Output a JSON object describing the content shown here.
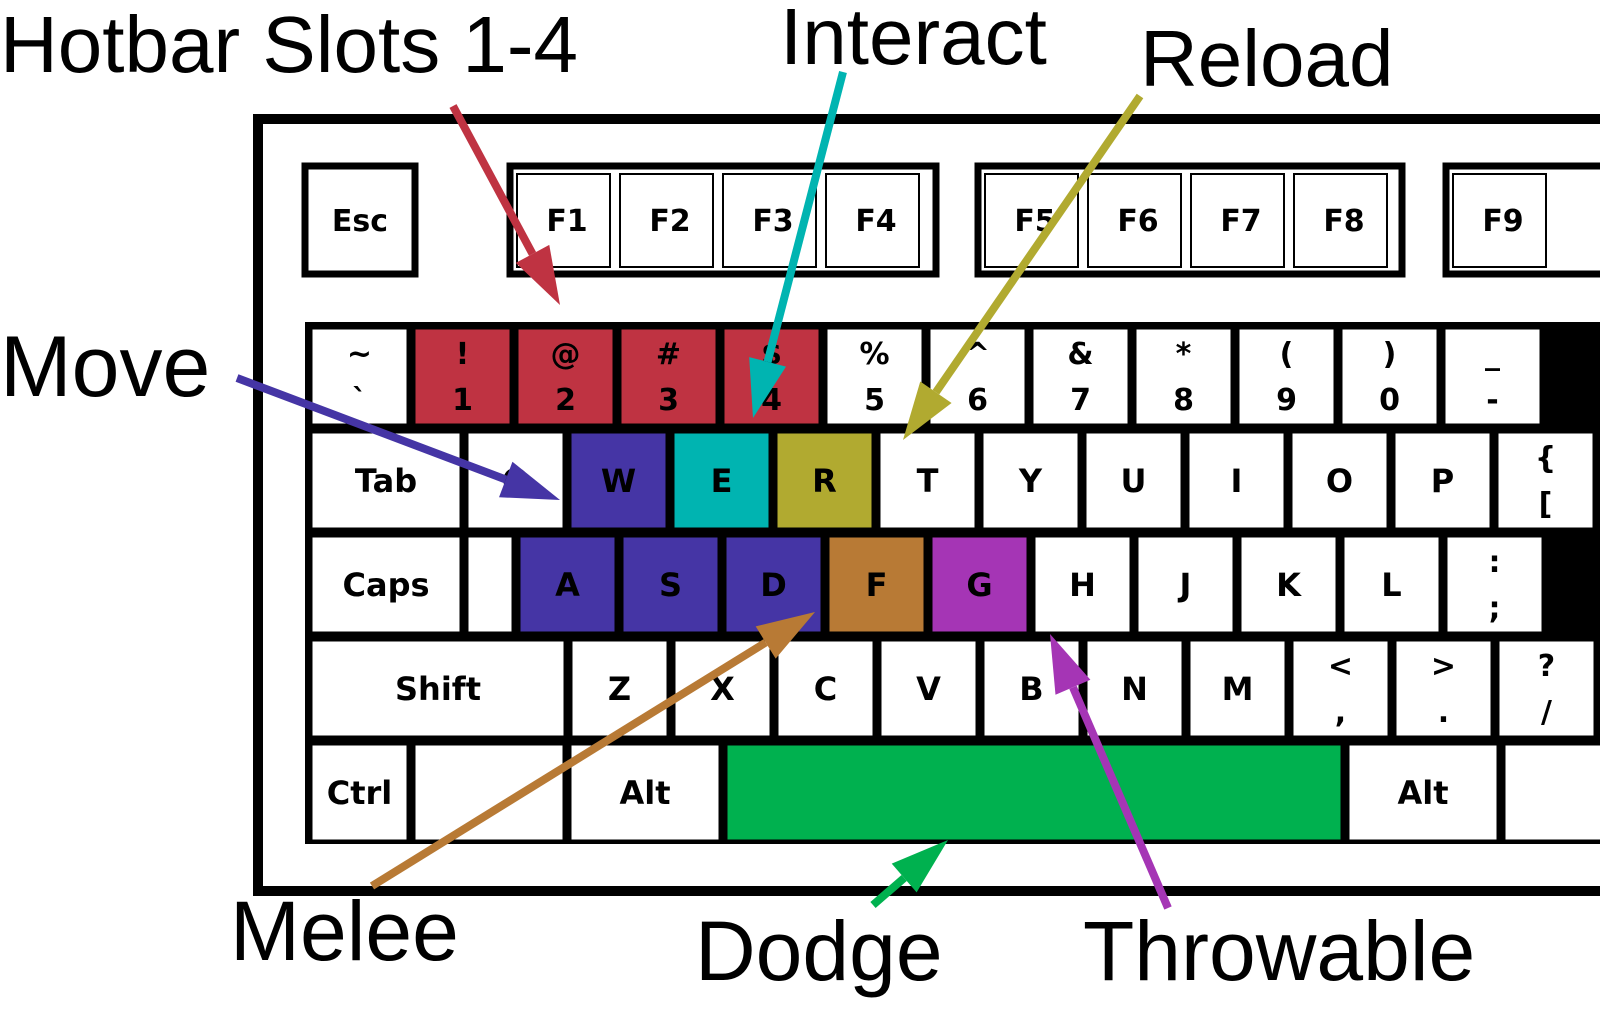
{
  "colors": {
    "hotbar": "#bf3342",
    "move": "#4535a5",
    "interact": "#00b4b1",
    "reload": "#b1aa30",
    "melee": "#b87a35",
    "throwable": "#a535b5",
    "dodge": "#00b14f",
    "key_default": "#ffffff",
    "outline": "#000000"
  },
  "keyboard": {
    "function_row": {
      "esc": "Esc",
      "groups": [
        [
          "F1",
          "F2",
          "F3",
          "F4"
        ],
        [
          "F5",
          "F6",
          "F7",
          "F8"
        ],
        [
          "F9"
        ]
      ]
    },
    "number_row": [
      {
        "top": "~",
        "bottom": "`"
      },
      {
        "top": "!",
        "bottom": "1",
        "role": "hotbar"
      },
      {
        "top": "@",
        "bottom": "2",
        "role": "hotbar"
      },
      {
        "top": "#",
        "bottom": "3",
        "role": "hotbar"
      },
      {
        "top": "$",
        "bottom": "4",
        "role": "hotbar"
      },
      {
        "top": "%",
        "bottom": "5"
      },
      {
        "top": "^",
        "bottom": "6"
      },
      {
        "top": "&",
        "bottom": "7"
      },
      {
        "top": "*",
        "bottom": "8"
      },
      {
        "top": "(",
        "bottom": "9"
      },
      {
        "top": ")",
        "bottom": "0"
      },
      {
        "top": "_",
        "bottom": "-"
      }
    ],
    "top_row": [
      {
        "label": "Tab"
      },
      {
        "label": "Q"
      },
      {
        "label": "W",
        "role": "move"
      },
      {
        "label": "E",
        "role": "interact"
      },
      {
        "label": "R",
        "role": "reload"
      },
      {
        "label": "T"
      },
      {
        "label": "Y"
      },
      {
        "label": "U"
      },
      {
        "label": "I"
      },
      {
        "label": "O"
      },
      {
        "label": "P"
      },
      {
        "top": "{",
        "bottom": "["
      }
    ],
    "home_row": [
      {
        "label": "Caps"
      },
      {
        "label": ""
      },
      {
        "label": "A",
        "role": "move"
      },
      {
        "label": "S",
        "role": "move"
      },
      {
        "label": "D",
        "role": "move"
      },
      {
        "label": "F",
        "role": "melee"
      },
      {
        "label": "G",
        "role": "throwable"
      },
      {
        "label": "H"
      },
      {
        "label": "J"
      },
      {
        "label": "K"
      },
      {
        "label": "L"
      },
      {
        "top": ":",
        "bottom": ";"
      }
    ],
    "shift_row": [
      {
        "label": "Shift"
      },
      {
        "label": "Z"
      },
      {
        "label": "X"
      },
      {
        "label": "C"
      },
      {
        "label": "V"
      },
      {
        "label": "B"
      },
      {
        "label": "N"
      },
      {
        "label": "M"
      },
      {
        "top": "<",
        "bottom": ","
      },
      {
        "top": ">",
        "bottom": "."
      },
      {
        "top": "?",
        "bottom": "/"
      }
    ],
    "bottom_row": [
      {
        "label": "Ctrl"
      },
      {
        "label": ""
      },
      {
        "label": "Alt"
      },
      {
        "label": "",
        "role": "dodge"
      },
      {
        "label": "Alt"
      },
      {
        "label": ""
      }
    ]
  },
  "callouts": {
    "hotbar": "Hotbar Slots 1-4",
    "interact": "Interact",
    "reload": "Reload",
    "move": "Move",
    "melee": "Melee",
    "dodge": "Dodge",
    "throwable": "Throwable"
  }
}
